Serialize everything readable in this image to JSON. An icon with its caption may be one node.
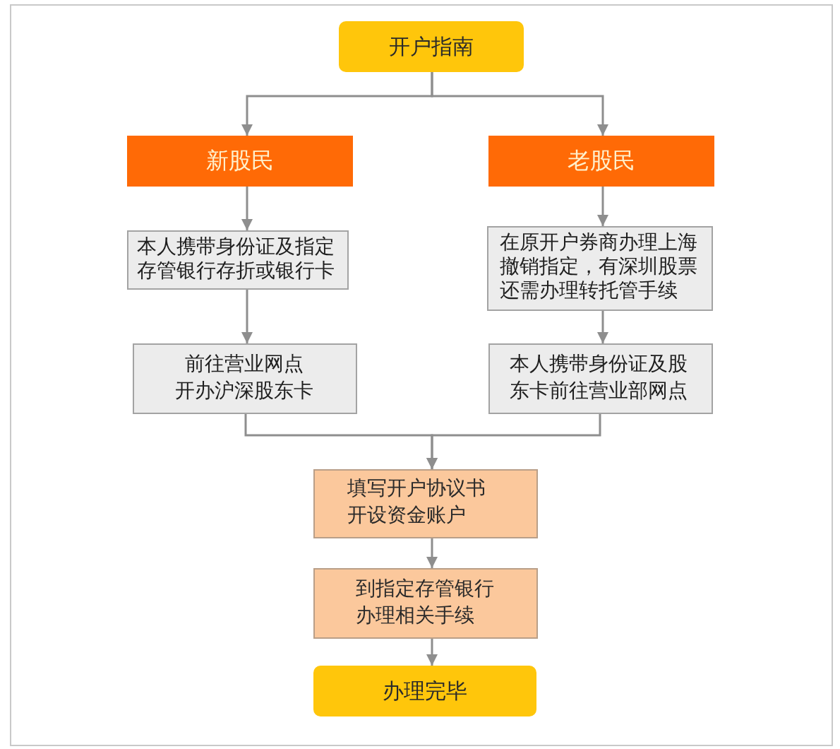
{
  "diagram": {
    "nodes": [
      {
        "text": [
          "开户指南"
        ]
      },
      {
        "text": [
          "新股民"
        ]
      },
      {
        "text": [
          "老股民"
        ]
      },
      {
        "text": [
          "本人携带身份证及指定存管银行存折或银行卡"
        ]
      },
      {
        "text": [
          "在原开户券商办理上海撤销指定，有深圳股票还需办理转托管手续"
        ]
      },
      {
        "text": [
          "前往营业网点开办沪深股东卡"
        ]
      },
      {
        "text": [
          "本人携带身份证及股东卡前往营业部网点"
        ]
      },
      {
        "text": [
          "填写开户协议书开设资金账户"
        ]
      },
      {
        "text": [
          "到指定存管银行办理相关手续"
        ]
      },
      {
        "text": [
          "办理完毕"
        ]
      }
    ],
    "edges": [
      {
        "from": 0,
        "to": 1,
        "arrow": "to"
      },
      {
        "from": 0,
        "to": 2,
        "arrow": "to"
      },
      {
        "from": 1,
        "to": 3,
        "arrow": "to"
      },
      {
        "from": 2,
        "to": 4,
        "arrow": "to"
      },
      {
        "from": 3,
        "to": 5,
        "arrow": "to"
      },
      {
        "from": 4,
        "to": 6,
        "arrow": "to"
      },
      {
        "from": 5,
        "to": 7,
        "arrow": "to"
      },
      {
        "from": 6,
        "to": 7,
        "arrow": "to"
      },
      {
        "from": 7,
        "to": 8,
        "arrow": "to"
      },
      {
        "from": 8,
        "to": 9,
        "arrow": "to"
      }
    ]
  }
}
